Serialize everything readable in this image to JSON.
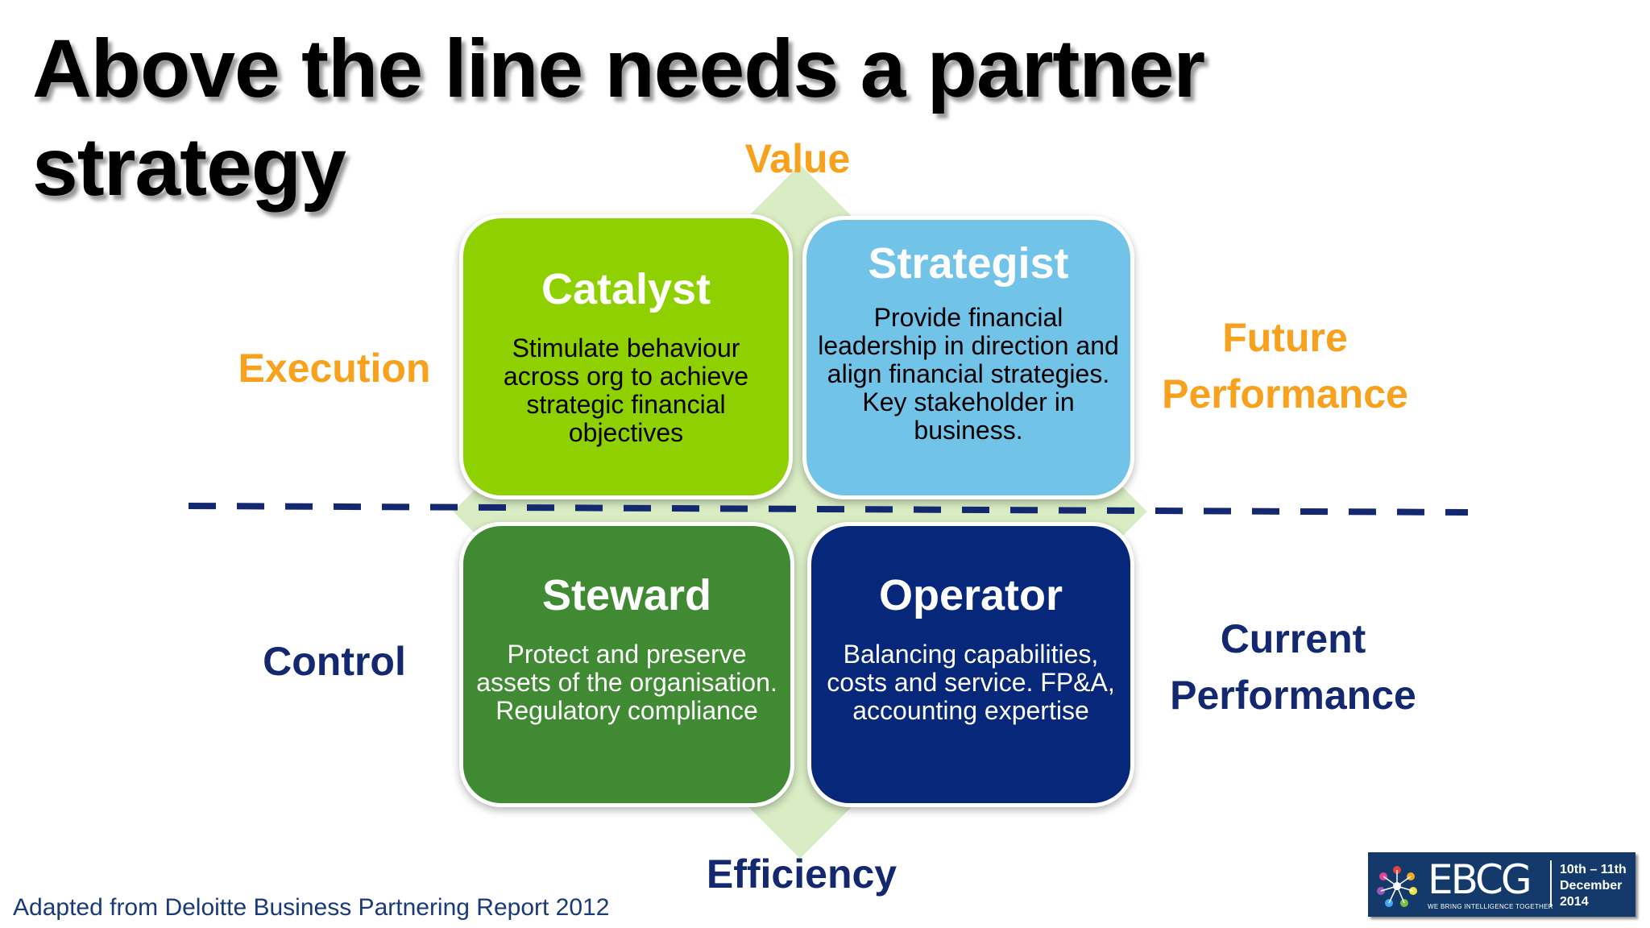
{
  "slide": {
    "title": "Above the line needs a partner strategy",
    "source": "Adapted from Deloitte Business Partnering Report 2012"
  },
  "axes": {
    "top": "Value",
    "bottom": "Efficiency",
    "left_upper": "Execution",
    "left_lower": "Control",
    "right_upper_line1": "Future",
    "right_upper_line2": "Performance",
    "right_lower_line1": "Current",
    "right_lower_line2": "Performance"
  },
  "quadrants": [
    {
      "title": "Catalyst",
      "description": "Stimulate behaviour across org to achieve strategic financial objectives",
      "color": "#8fd000"
    },
    {
      "title": "Strategist",
      "description": "Provide financial leadership in direction and align financial strategies.  Key stakeholder in business.",
      "color": "#71c3e8"
    },
    {
      "title": "Steward",
      "description": "Protect and preserve assets of the organisation. Regulatory compliance",
      "color": "#3f8a32"
    },
    {
      "title": "Operator",
      "description": "Balancing capabilities, costs and service. FP&A, accounting expertise",
      "color": "#07287a"
    }
  ],
  "colors": {
    "label_orange": "#f7a11c",
    "label_navy": "#13286e",
    "diamond": "#d9ecc4",
    "dashed_line": "#13286e"
  },
  "logo": {
    "name": "EBCG",
    "tagline": "WE BRING INTELLIGENCE TOGETHER",
    "date_line1": "10th – 11th",
    "date_line2": "December",
    "date_line3": "2014",
    "icon": "flower-icon"
  }
}
